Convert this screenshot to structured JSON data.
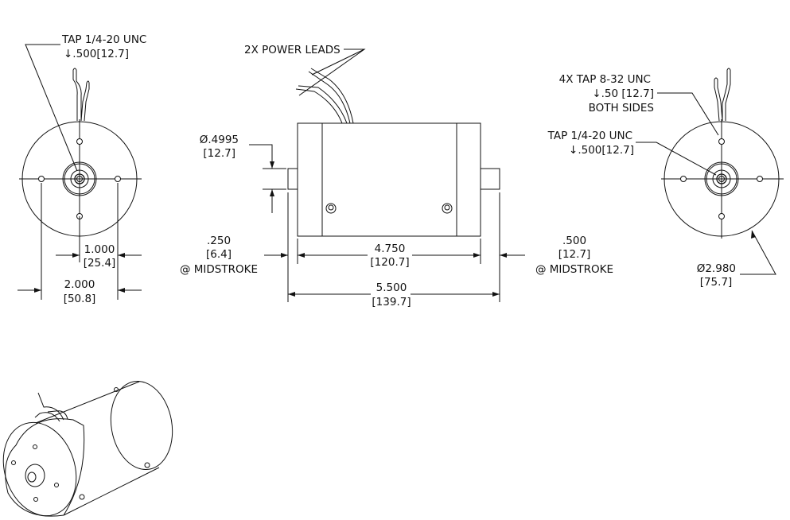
{
  "left_view": {
    "tap_note": "TAP 1/4-20 UNC",
    "tap_depth": "↓.500[12.7]",
    "dim_inner": "1.000",
    "dim_inner_mm": "[25.4]",
    "dim_outer": "2.000",
    "dim_outer_mm": "[50.8]"
  },
  "side_view": {
    "leads_note": "2X POWER LEADS",
    "shaft_dia": "Ø.4995",
    "shaft_dia_mm": "[12.7]",
    "left_stroke": ".250",
    "left_stroke_mm": "[6.4]",
    "left_stroke_note": "@ MIDSTROKE",
    "body_len": "4.750",
    "body_len_mm": "[120.7]",
    "total_len": "5.500",
    "total_len_mm": "[139.7]",
    "right_stroke": ".500",
    "right_stroke_mm": "[12.7]",
    "right_stroke_note": "@ MIDSTROKE"
  },
  "right_view": {
    "tap4_note": "4X TAP 8-32 UNC",
    "tap4_depth": "↓.50 [12.7]",
    "tap4_sides": "BOTH SIDES",
    "tap_note": "TAP 1/4-20 UNC",
    "tap_depth": "↓.500[12.7]",
    "dia": "Ø2.980",
    "dia_mm": "[75.7]"
  }
}
